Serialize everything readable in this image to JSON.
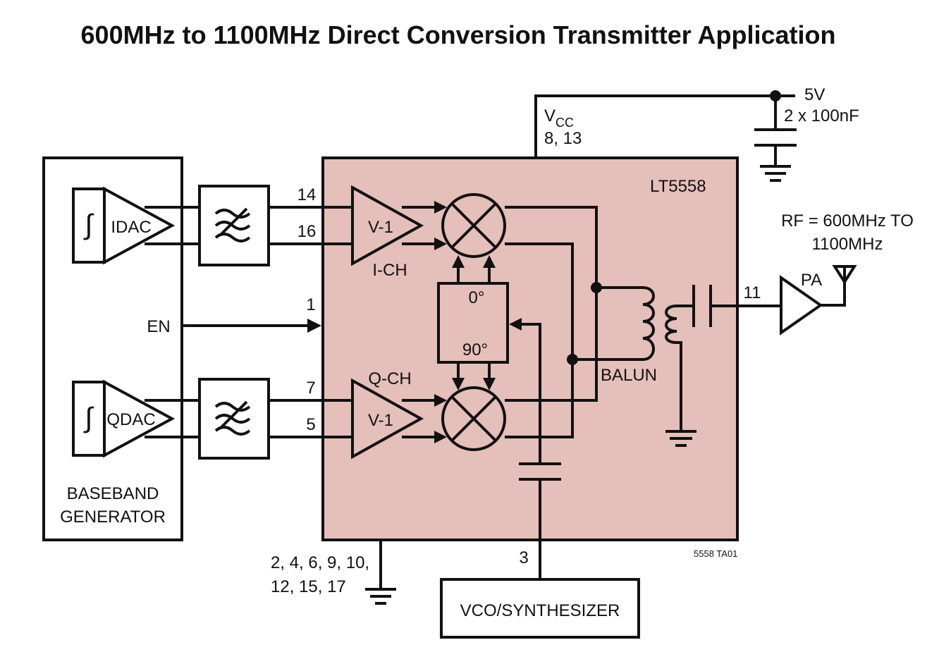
{
  "title": "600MHz to 1100MHz Direct Conversion Transmitter Application",
  "chip": {
    "name": "LT5558",
    "vcc_label": "V",
    "vcc_sub": "CC",
    "vcc_pins": "8, 13",
    "en_pin": "1",
    "i_pins": [
      "14",
      "16"
    ],
    "q_pins": [
      "7",
      "5"
    ],
    "rf_pin": "11",
    "lo_pin": "3",
    "gnd_pins_line1": "2, 4, 6, 9, 10,",
    "gnd_pins_line2": "12, 15, 17",
    "i_amp_label": "V-1",
    "q_amp_label": "V-1",
    "i_channel": "I-CH",
    "q_channel": "Q-CH",
    "phase_0": "0°",
    "phase_90": "90°",
    "balun": "BALUN"
  },
  "baseband": {
    "line1": "BASEBAND",
    "line2": "GENERATOR",
    "idac": "IDAC",
    "qdac": "QDAC",
    "en": "EN",
    "integrator_symbol": "∫"
  },
  "supply": {
    "voltage": "5V",
    "caps": "2 x 100nF"
  },
  "rf": {
    "line1": "RF = 600MHz TO",
    "line2": "1100MHz",
    "pa": "PA"
  },
  "vco": "VCO/SYNTHESIZER",
  "figure_id": "5558 TA01"
}
